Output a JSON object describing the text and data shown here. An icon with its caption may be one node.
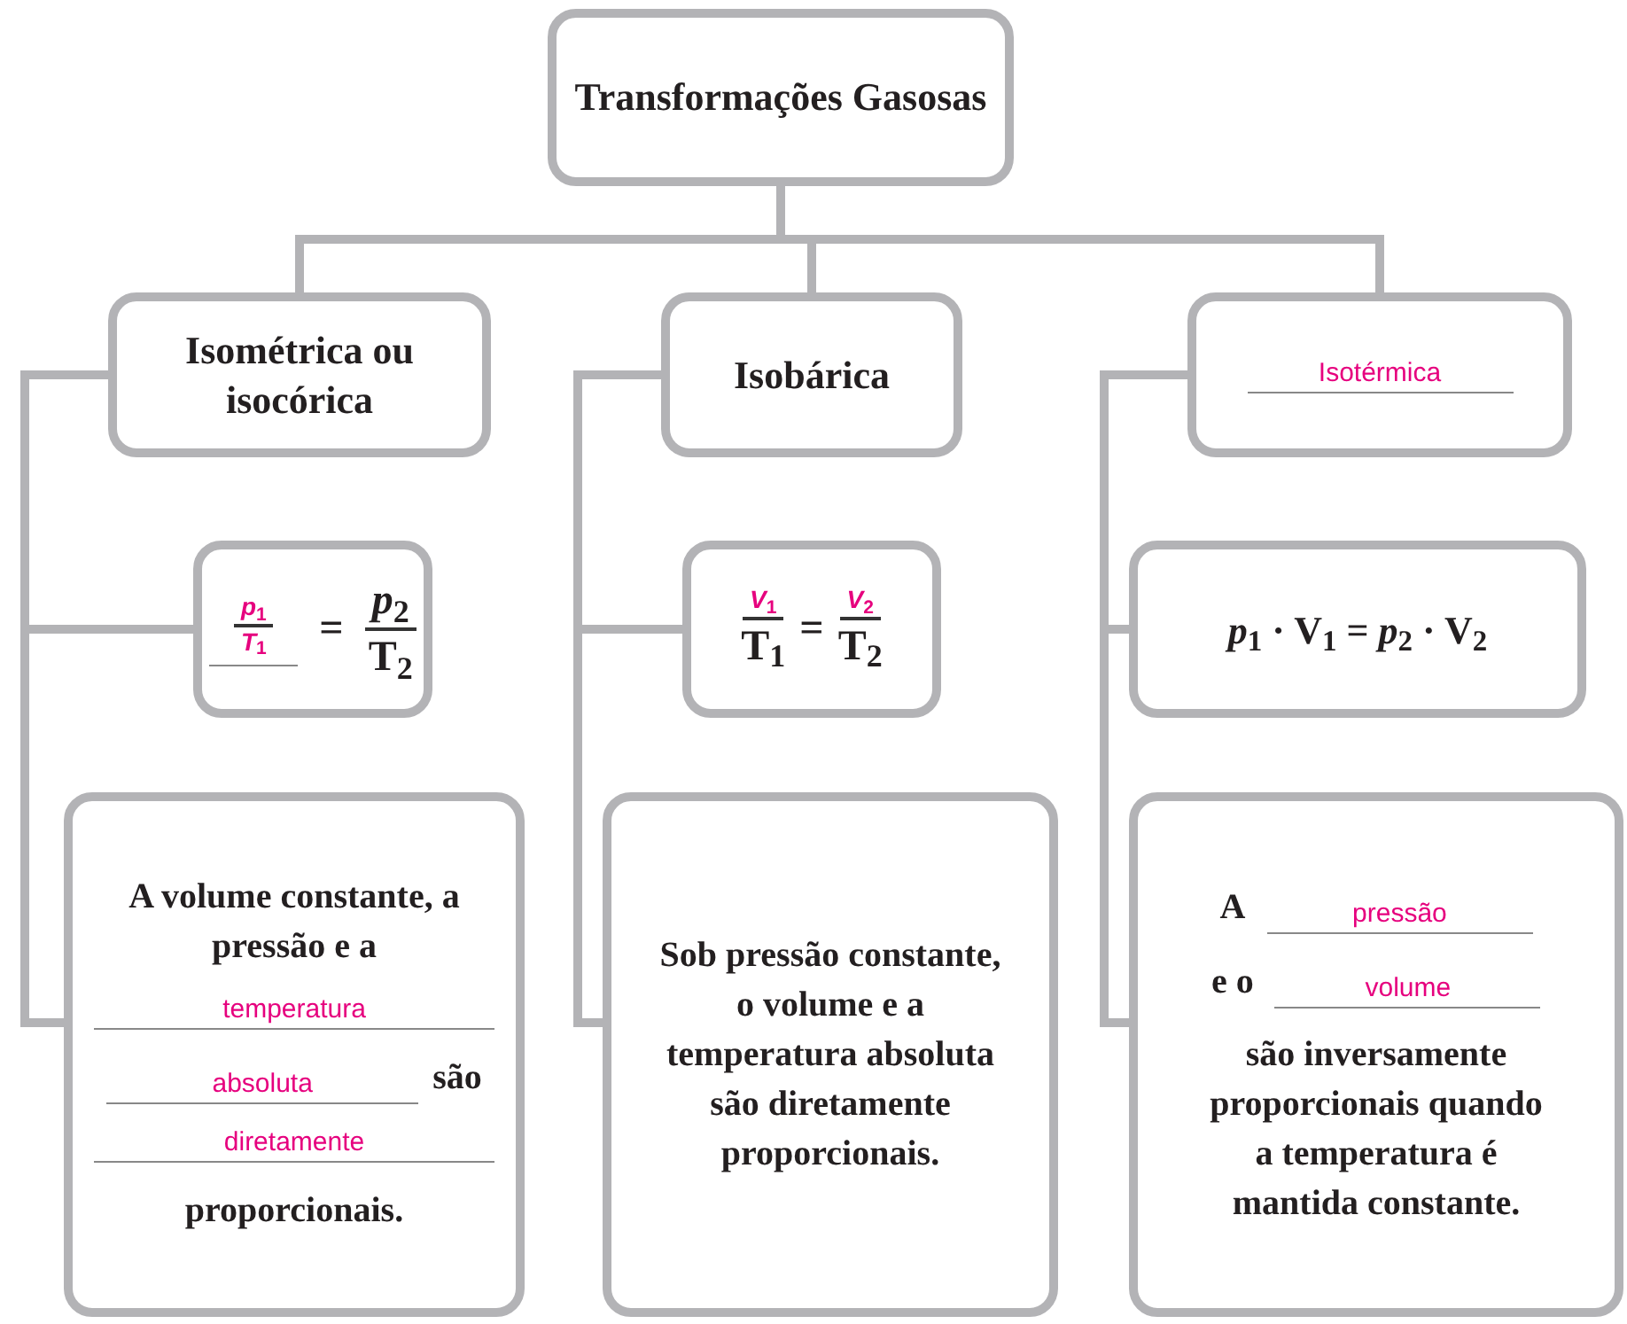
{
  "diagram": {
    "nodes": [
      {
        "text": [
          "Transformações Gasosas"
        ]
      },
      {
        "text": [
          "Isométrica ou isocórica"
        ]
      },
      {
        "text": [
          "Isobárica"
        ]
      },
      {
        "text": [
          "Isotérmica"
        ]
      },
      {
        "text": [
          "*p*$_{1}$",
          "*T*$_{1}$",
          "=",
          "*p*$_{2}$",
          "T$_{2}$"
        ]
      },
      {
        "text": [
          "*V*$_{1}$",
          "T$_{1}$",
          "=",
          "*V*$_{2}$",
          "T$_{2}$"
        ]
      },
      {
        "text": [
          "*p*$_{1}$ · V$_{1}$ = *p*$_{2}$ · V$_{2}$"
        ]
      },
      {
        "text": [
          "A volume constante, a pressão e a",
          "temperatura",
          "absoluta",
          "são",
          "diretamente",
          "proporcionais."
        ]
      },
      {
        "text": [
          "Sob pressão constante, o volume e a temperatura absoluta são diretamente proporcionais."
        ]
      },
      {
        "text": [
          "A",
          "pressão",
          "e o",
          "volume",
          "são inversamente proporcionais quando a temperatura é mantida constante."
        ]
      }
    ],
    "edges": [
      {
        "from": 0,
        "to": 1,
        "arrow": "none"
      },
      {
        "from": 0,
        "to": 2,
        "arrow": "none"
      },
      {
        "from": 0,
        "to": 3,
        "arrow": "none"
      },
      {
        "from": 1,
        "to": 4,
        "arrow": "none"
      },
      {
        "from": 1,
        "to": 7,
        "arrow": "none"
      },
      {
        "from": 2,
        "to": 5,
        "arrow": "none"
      },
      {
        "from": 2,
        "to": 8,
        "arrow": "none"
      },
      {
        "from": 3,
        "to": 6,
        "arrow": "none"
      },
      {
        "from": 3,
        "to": 9,
        "arrow": "none"
      }
    ]
  }
}
